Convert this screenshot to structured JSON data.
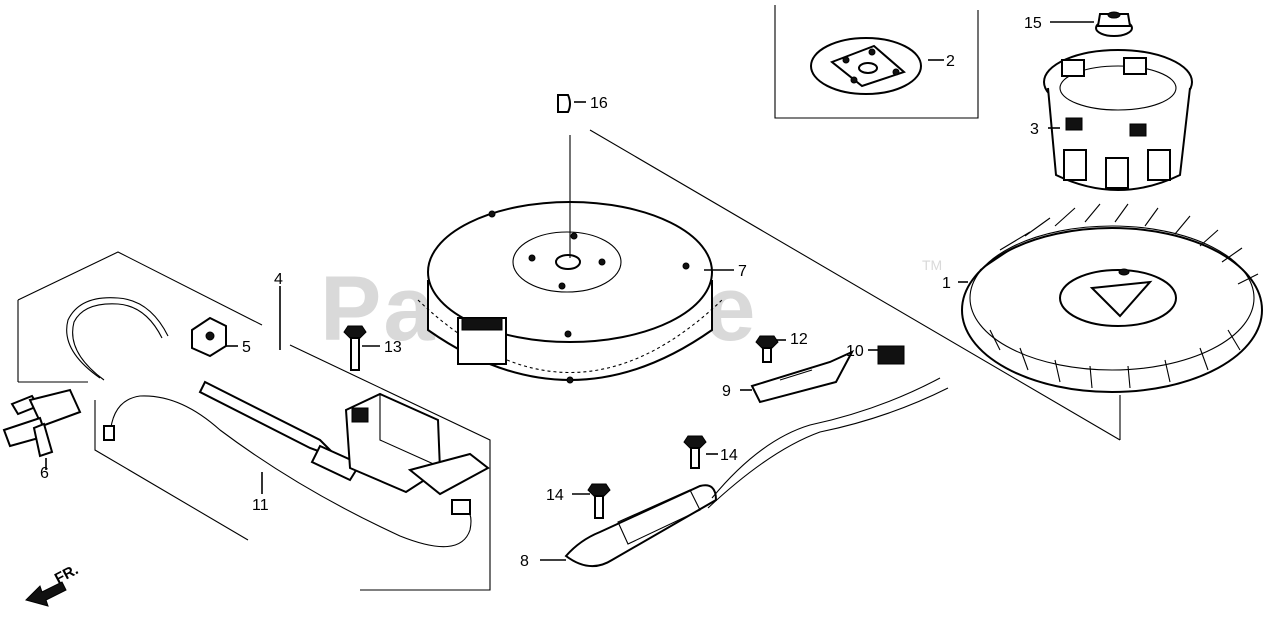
{
  "watermark": {
    "text": "PartsTree",
    "trademark": "TM"
  },
  "direction_label": "FR.",
  "callouts": {
    "c1": "1",
    "c2": "2",
    "c3": "3",
    "c4": "4",
    "c5": "5",
    "c6": "6",
    "c7": "7",
    "c8": "8",
    "c9": "9",
    "c10": "10",
    "c11": "11",
    "c12": "12",
    "c13": "13",
    "c14a": "14",
    "c14b": "14",
    "c15": "15",
    "c16": "16"
  },
  "parts": [
    {
      "ref": "1",
      "icon": "fan-cooling-icon"
    },
    {
      "ref": "2",
      "icon": "starter-pulley-plate-icon"
    },
    {
      "ref": "3",
      "icon": "starter-cup-icon"
    },
    {
      "ref": "4",
      "icon": "ignition-coil-assembly-icon"
    },
    {
      "ref": "5",
      "icon": "clip-icon"
    },
    {
      "ref": "6",
      "icon": "spark-plug-cap-icon"
    },
    {
      "ref": "7",
      "icon": "flywheel-icon"
    },
    {
      "ref": "8",
      "icon": "charge-coil-icon"
    },
    {
      "ref": "9",
      "icon": "wire-clamp-icon"
    },
    {
      "ref": "10",
      "icon": "grommet-icon"
    },
    {
      "ref": "11",
      "icon": "ignition-wire-icon"
    },
    {
      "ref": "12",
      "icon": "bolt-icon"
    },
    {
      "ref": "13",
      "icon": "bolt-icon"
    },
    {
      "ref": "14",
      "icon": "bolt-icon"
    },
    {
      "ref": "15",
      "icon": "flange-nut-icon"
    },
    {
      "ref": "16",
      "icon": "woodruff-key-icon"
    }
  ]
}
